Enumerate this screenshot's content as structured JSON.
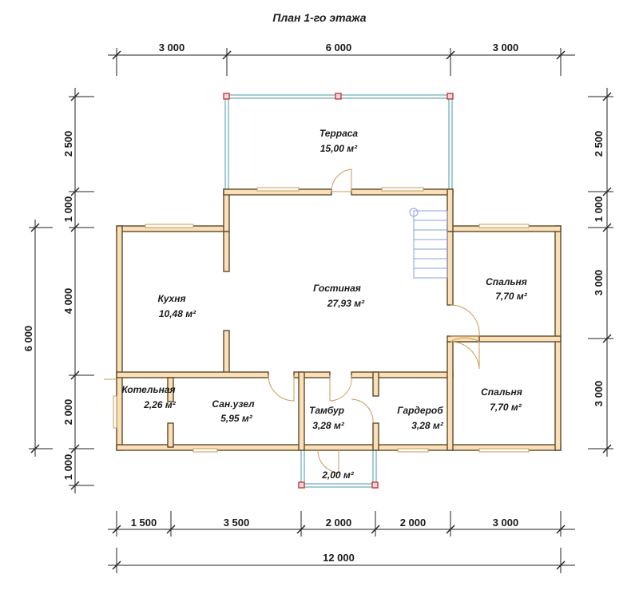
{
  "title": "План 1-го этажа",
  "rooms": {
    "terrace": {
      "name": "Терраса",
      "area": "15,00 м²"
    },
    "living": {
      "name": "Гостиная",
      "area": "27,93 м²"
    },
    "kitchen": {
      "name": "Кухня",
      "area": "10,48 м²"
    },
    "bedroom_top": {
      "name": "Спальня",
      "area": "7,70 м²"
    },
    "bedroom_bottom": {
      "name": "Спальня",
      "area": "7,70 м²"
    },
    "boiler": {
      "name": "Котельная",
      "area": "2,26 м²"
    },
    "bathroom": {
      "name": "Сан.узел",
      "area": "5,95 м²"
    },
    "vestibule": {
      "name": "Тамбур",
      "area": "3,28 м²"
    },
    "wardrobe": {
      "name": "Гардероб",
      "area": "3,28 м²"
    },
    "porch": {
      "name": "",
      "area": "2,00 м²"
    }
  },
  "dimensions": {
    "top": [
      "3 000",
      "6 000",
      "3 000"
    ],
    "bottom_segments": [
      "1 500",
      "3 500",
      "2 000",
      "2 000",
      "3 000"
    ],
    "bottom_total": "12 000",
    "left": [
      "2 500",
      "1 000",
      "4 000",
      "2 000",
      "1 000"
    ],
    "left_total": "6 000",
    "right": [
      "2 500",
      "1 000",
      "3 000",
      "3 000"
    ]
  }
}
